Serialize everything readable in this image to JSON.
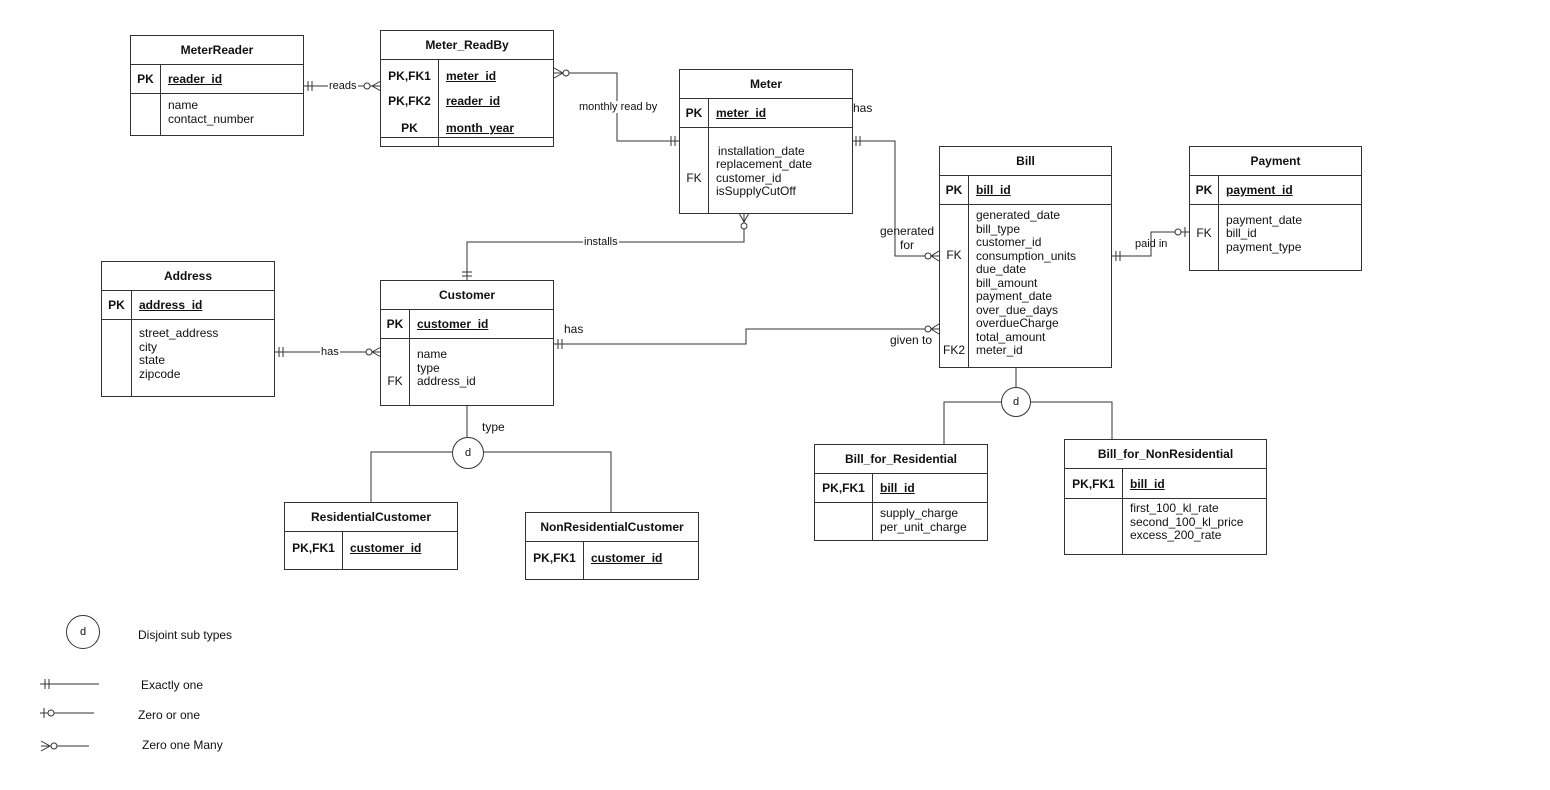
{
  "entities": {
    "meterreader": {
      "title": "MeterReader",
      "keys": [
        "PK",
        ""
      ],
      "fields": [
        "reader_id",
        "name",
        "contact_number"
      ]
    },
    "meter_readby": {
      "title": "Meter_ReadBy",
      "keys": [
        "PK,FK1",
        "PK,FK2",
        "PK"
      ],
      "fields": [
        "meter_id",
        "reader_id",
        "month_year"
      ]
    },
    "meter": {
      "title": "Meter",
      "keys": [
        "PK",
        "FK"
      ],
      "fields": [
        "meter_id",
        "installation_date",
        "replacement_date",
        "customer_id",
        "isSupplyCutOff"
      ]
    },
    "bill": {
      "title": "Bill",
      "keys": [
        "PK",
        "FK",
        "FK2"
      ],
      "fields": [
        "bill_id",
        "generated_date",
        "bill_type",
        "customer_id",
        "consumption_units",
        "due_date",
        "bill_amount",
        "payment_date",
        "over_due_days",
        "overdueCharge",
        "total_amount",
        "meter_id"
      ]
    },
    "payment": {
      "title": "Payment",
      "keys": [
        "PK",
        "FK"
      ],
      "fields": [
        "payment_id",
        "payment_date",
        "bill_id",
        "payment_type"
      ]
    },
    "address": {
      "title": "Address",
      "keys": [
        "PK"
      ],
      "fields": [
        "address_id",
        "street_address",
        "city",
        "state",
        "zipcode"
      ]
    },
    "customer": {
      "title": "Customer",
      "keys": [
        "PK",
        "FK"
      ],
      "fields": [
        "customer_id",
        "name",
        "type",
        "address_id"
      ]
    },
    "residentialcustomer": {
      "title": "ResidentialCustomer",
      "keys": [
        "PK,FK1"
      ],
      "fields": [
        "customer_id"
      ]
    },
    "nonresidentialcustomer": {
      "title": "NonResidentialCustomer",
      "keys": [
        "PK,FK1"
      ],
      "fields": [
        "customer_id"
      ]
    },
    "bill_for_residential": {
      "title": "Bill_for_Residential",
      "keys": [
        "PK,FK1"
      ],
      "fields": [
        "bill_id",
        "supply_charge",
        "per_unit_charge"
      ]
    },
    "bill_for_nonresidential": {
      "title": "Bill_for_NonResidential",
      "keys": [
        "PK,FK1"
      ],
      "fields": [
        "bill_id",
        "first_100_kl_rate",
        "second_100_kl_price",
        "excess_200_rate"
      ]
    }
  },
  "relationships": {
    "reads": "reads",
    "monthly_read_by": "monthly read by",
    "meter_has": "has",
    "installs": "installs",
    "generated_for": "generated",
    "generated_for_2": "for",
    "paid_in": "paid in",
    "address_has": "has",
    "customer_has": "has",
    "given_to": "given to",
    "type": "type"
  },
  "subtype_symbol": "d",
  "legend": {
    "disjoint": "Disjoint sub types",
    "exactly_one": "Exactly one",
    "zero_or_one": "Zero or one",
    "zero_one_many": "Zero one Many"
  }
}
